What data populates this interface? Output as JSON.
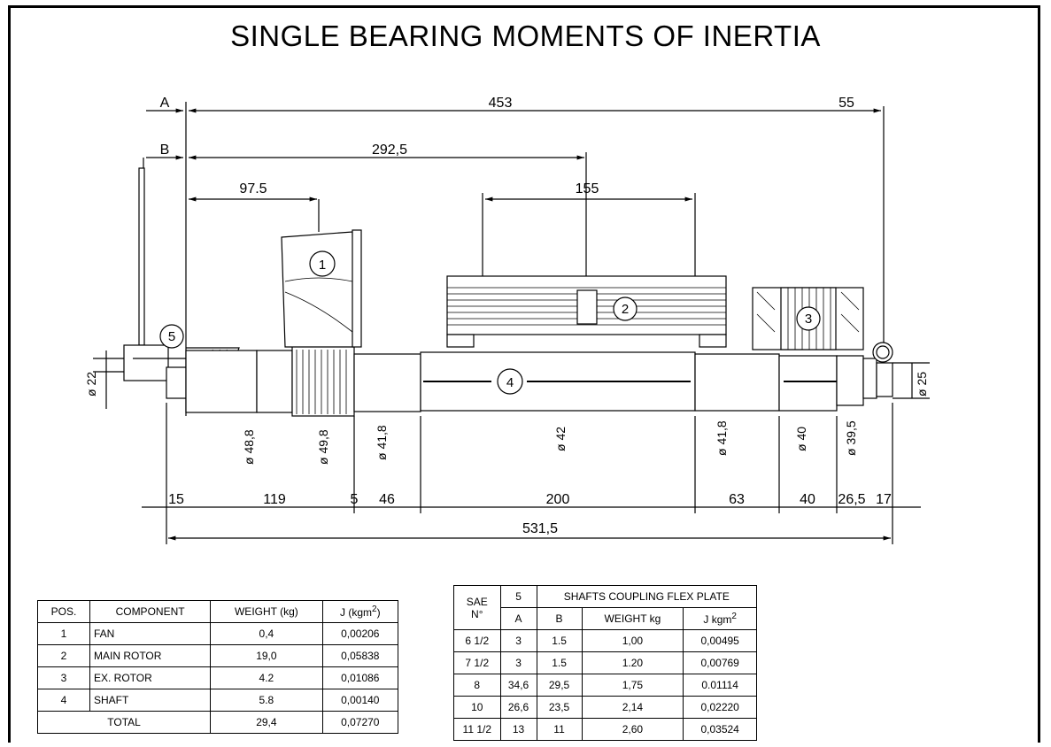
{
  "title": "SINGLE BEARING MOMENTS OF INERTIA",
  "drawing": {
    "dims_top": {
      "a": "A",
      "b": "B",
      "d453": "453",
      "d55": "55",
      "d292": "292,5",
      "d97": "97.5",
      "d155": "155"
    },
    "positions": {
      "p1": "1",
      "p2": "2",
      "p3": "3",
      "p4": "4",
      "p5": "5"
    },
    "diameters": {
      "d22": "ø 22",
      "d488": "ø 48,8",
      "d498": "ø 49,8",
      "d418a": "ø 41,8",
      "d42": "ø 42",
      "d418b": "ø 41,8",
      "d40": "ø 40",
      "d395": "ø 39,5",
      "d25": "ø 25"
    },
    "dims_bottom": {
      "s15": "15",
      "s119": "119",
      "s5": "5",
      "s46": "46",
      "s200": "200",
      "s63": "63",
      "s40": "40",
      "s265": "26,5",
      "s17": "17",
      "total": "531,5"
    }
  },
  "components_table": {
    "headers": {
      "pos": "POS.",
      "component": "COMPONENT",
      "weight": "WEIGHT (kg)",
      "j": "J (kgm"
    },
    "rows": [
      {
        "pos": "1",
        "component": "FAN",
        "weight": "0,4",
        "j": "0,00206"
      },
      {
        "pos": "2",
        "component": "MAIN ROTOR",
        "weight": "19,0",
        "j": "0,05838"
      },
      {
        "pos": "3",
        "component": "EX. ROTOR",
        "weight": "4.2",
        "j": "0,01086"
      },
      {
        "pos": "4",
        "component": "SHAFT",
        "weight": "5.8",
        "j": "0,00140"
      }
    ],
    "total": {
      "label": "TOTAL",
      "weight": "29,4",
      "j": "0,07270"
    }
  },
  "coupling_table": {
    "headers": {
      "sae": "SAE",
      "no": "N°",
      "pos": "5",
      "title": "SHAFTS COUPLING FLEX PLATE",
      "a": "A",
      "b": "B",
      "weight": "WEIGHT kg",
      "j": "J kgm"
    },
    "rows": [
      {
        "no": "6 1/2",
        "a": "3",
        "b": "1.5",
        "weight": "1,00",
        "j": "0,00495"
      },
      {
        "no": "7 1/2",
        "a": "3",
        "b": "1.5",
        "weight": "1.20",
        "j": "0,00769"
      },
      {
        "no": "8",
        "a": "34,6",
        "b": "29,5",
        "weight": "1,75",
        "j": "0.01114"
      },
      {
        "no": "10",
        "a": "26,6",
        "b": "23,5",
        "weight": "2,14",
        "j": "0,02220"
      },
      {
        "no": "11 1/2",
        "a": "13",
        "b": "11",
        "weight": "2,60",
        "j": "0,03524"
      }
    ]
  }
}
